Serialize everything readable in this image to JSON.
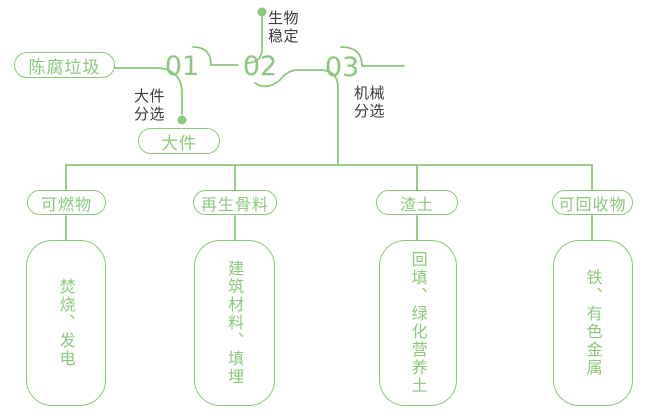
{
  "colors": {
    "accent_green": "#8cc87c",
    "label_dark": "#3b3b3b",
    "background": "#ffffff"
  },
  "flow": {
    "source": "陈腐垃圾",
    "steps": [
      {
        "number": "01",
        "label": "大件\n分选",
        "output": "大件"
      },
      {
        "number": "02",
        "label": "生物\n稳定"
      },
      {
        "number": "03",
        "label": "机械\n分选"
      }
    ]
  },
  "branches": [
    {
      "category": "可燃物",
      "outcome": "焚烧、发电"
    },
    {
      "category": "再生骨料",
      "outcome": "建筑材料、填埋"
    },
    {
      "category": "渣土",
      "outcome": "回填、绿化营养土"
    },
    {
      "category": "可回收物",
      "outcome": "铁、有色金属"
    }
  ]
}
